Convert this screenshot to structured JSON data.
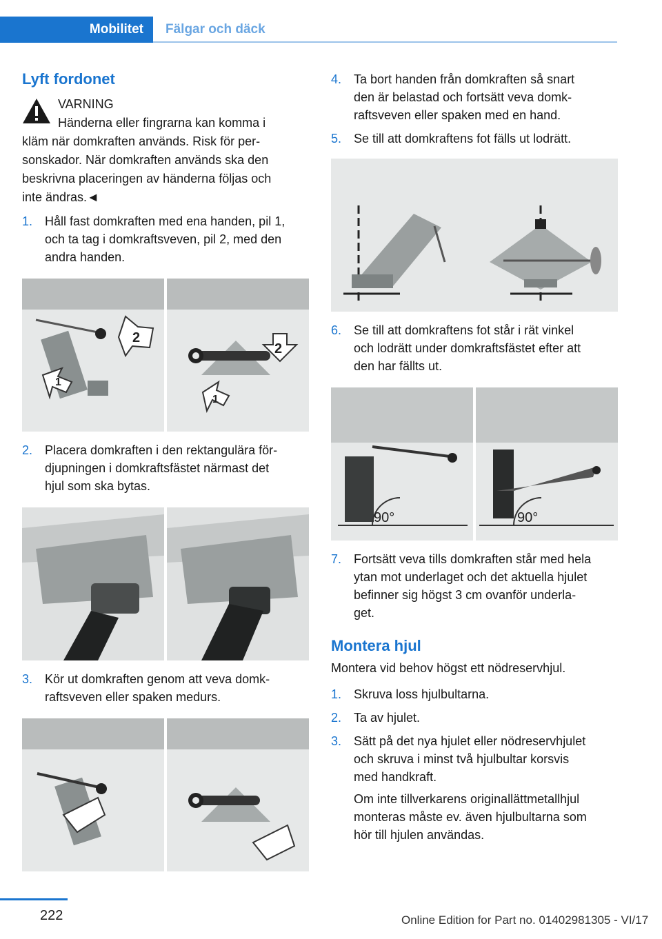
{
  "header": {
    "tab_active": "Mobilitet",
    "tab_inactive": "Fälgar och däck"
  },
  "left": {
    "heading": "Lyft fordonet",
    "warning": {
      "title": "VARNING",
      "text": "Händerna eller fingrarna kan komma i kläm när domkraften används. Risk för personskador. När domkraften används ska den beskrivna placeringen av händerna följas och inte ändras.◄",
      "line1": "Händerna eller fingrarna kan komma i",
      "line2": "kläm när domkraften används. Risk för per-",
      "line3": "sonskador. När domkraften används ska den",
      "line4": "beskrivna placeringen av händerna följas och",
      "line5": "inte ändras.◄"
    },
    "steps": [
      {
        "num": "1.",
        "l1": "Håll fast domkraften med ena handen, pil 1,",
        "l2": "och ta tag i domkraftsveven, pil 2, med den",
        "l3": "andra handen."
      },
      {
        "num": "2.",
        "l1": "Placera domkraften i den rektangulära för-",
        "l2": "djupningen i domkraftsfästet närmast det",
        "l3": "hjul som ska bytas."
      },
      {
        "num": "3.",
        "l1": "Kör ut domkraften genom att veva domk-",
        "l2": "raftsveven eller spaken medurs."
      }
    ],
    "fig1_labels": {
      "arrow1": "1",
      "arrow2": "2"
    }
  },
  "right": {
    "steps_a": [
      {
        "num": "4.",
        "l1": "Ta bort handen från domkraften så snart",
        "l2": "den är belastad och fortsätt veva domk-",
        "l3": "raftsveven eller spaken med en hand."
      },
      {
        "num": "5.",
        "l1": "Se till att domkraftens fot fälls ut lodrätt."
      }
    ],
    "steps_b": [
      {
        "num": "6.",
        "l1": "Se till att domkraftens fot står i rät vinkel",
        "l2": "och lodrätt under domkraftsfästet efter att",
        "l3": "den har fällts ut."
      }
    ],
    "angle_label": "90°",
    "steps_c": [
      {
        "num": "7.",
        "l1": "Fortsätt veva tills domkraften står med hela",
        "l2": "ytan mot underlaget och det aktuella hjulet",
        "l3": "befinner sig högst 3 cm ovanför underla-",
        "l4": "get."
      }
    ],
    "heading2": "Montera hjul",
    "intro2": "Montera vid behov högst ett nödreservhjul.",
    "steps_d": [
      {
        "num": "1.",
        "l1": "Skruva loss hjulbultarna."
      },
      {
        "num": "2.",
        "l1": "Ta av hjulet."
      },
      {
        "num": "3.",
        "l1": "Sätt på det nya hjulet eller nödreservhjulet",
        "l2": "och skruva i minst två hjulbultar korsvis",
        "l3": "med handkraft."
      }
    ],
    "note": {
      "l1": "Om inte tillverkarens originallättmetallhjul",
      "l2": "monteras måste ev. även hjulbultarna som",
      "l3": "hör till hjulen användas."
    }
  },
  "footer": {
    "page": "222",
    "edition": "Online Edition for Part no. 01402981305 - VI/17"
  },
  "colors": {
    "accent": "#1a75cf",
    "figure_bg": "#e8eaea"
  }
}
